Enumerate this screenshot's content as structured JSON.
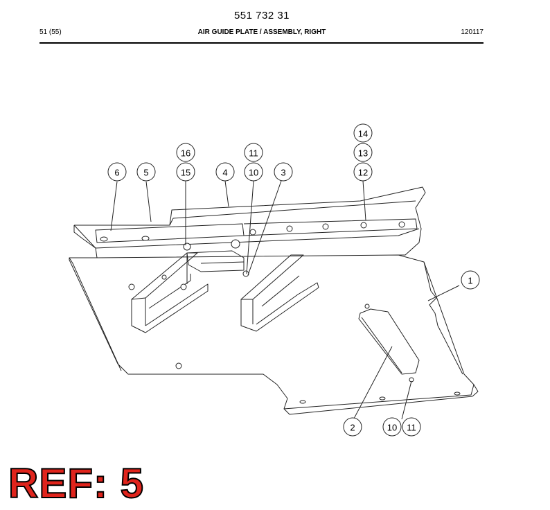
{
  "header": {
    "part_number": "551 732 31",
    "page": "51 (55)",
    "title": "AIR GUIDE PLATE / ASSEMBLY, RIGHT",
    "code": "120117"
  },
  "callouts": [
    {
      "id": "1"
    },
    {
      "id": "2"
    },
    {
      "id": "3"
    },
    {
      "id": "4"
    },
    {
      "id": "5"
    },
    {
      "id": "6"
    },
    {
      "id": "10"
    },
    {
      "id": "11"
    },
    {
      "id": "15"
    },
    {
      "id": "16"
    },
    {
      "id": "10"
    },
    {
      "id": "11"
    },
    {
      "id": "12"
    },
    {
      "id": "13"
    },
    {
      "id": "14"
    },
    {
      "id": "10"
    },
    {
      "id": "11"
    }
  ],
  "footer": {
    "ref_label": "REF: 5",
    "ref_color": "#e0241c"
  }
}
